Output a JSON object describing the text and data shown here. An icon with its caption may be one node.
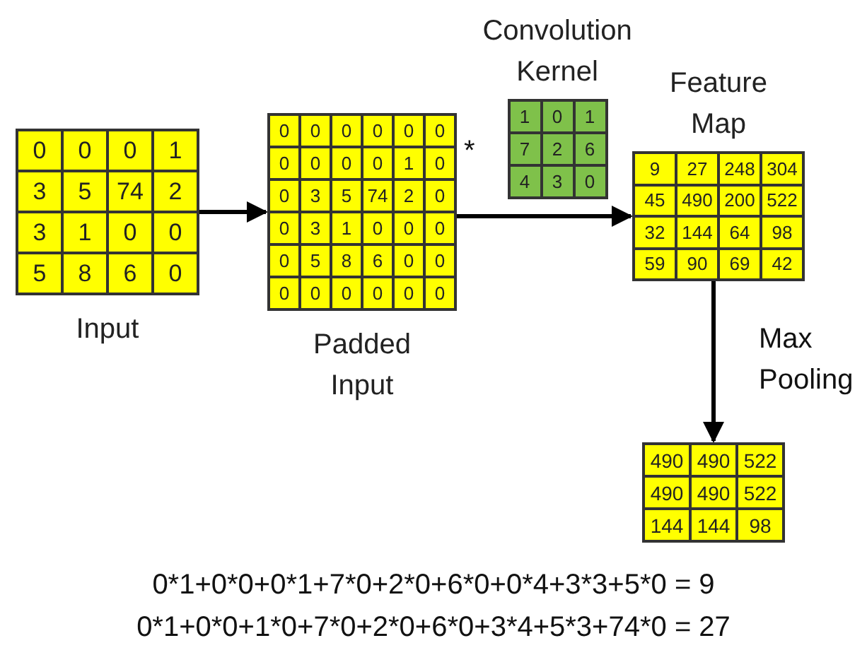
{
  "diagram": {
    "nodes": [
      {
        "text": [
          "Input"
        ]
      },
      {
        "text": [
          "Padded Input"
        ]
      },
      {
        "text": [
          "Convolution Kernel"
        ]
      },
      {
        "text": [
          "Feature Map"
        ]
      },
      {
        "text": [],
        "shape": "box"
      }
    ],
    "edges": [
      {
        "from": 0,
        "to": 1,
        "arrow": "to"
      },
      {
        "from": 1,
        "to": 3,
        "arrow": "to"
      },
      {
        "from": 3,
        "to": 4,
        "arrow": "to",
        "label": "Max Pooling"
      }
    ],
    "labels": [
      "0",
      "0",
      "0",
      "1",
      "3",
      "5",
      "74",
      "2",
      "3",
      "1",
      "0",
      "0",
      "5",
      "8",
      "6",
      "0",
      "0",
      "0",
      "0",
      "0",
      "0",
      "0",
      "0",
      "0",
      "0",
      "0",
      "1",
      "0",
      "0",
      "3",
      "5",
      "74",
      "2",
      "0",
      "0",
      "3",
      "1",
      "0",
      "0",
      "0",
      "0",
      "5",
      "8",
      "6",
      "0",
      "0",
      "0",
      "0",
      "0",
      "0",
      "0",
      "0",
      "*",
      "1",
      "0",
      "1",
      "7",
      "2",
      "6",
      "4",
      "3",
      "0",
      "9",
      "27",
      "248",
      "304",
      "45",
      "490",
      "200",
      "522",
      "32",
      "144",
      "64",
      "98",
      "59",
      "90",
      "69",
      "42",
      "490",
      "490",
      "522",
      "490",
      "490",
      "522",
      "144",
      "144",
      "98",
      "0*1+0*0+0*1+7*0+2*0+6*0+0*4+3*3+5*0 = 9",
      "0*1+0*0+1*0+7*0+2*0+6*0+3*4+5*3+74*0 = 27"
    ]
  }
}
